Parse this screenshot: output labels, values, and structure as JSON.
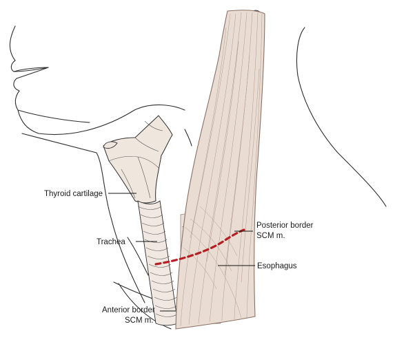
{
  "labels": {
    "thyroid_cartilage": "Thyroid cartilage",
    "trachea": "Trachea",
    "posterior_border_line1": "Posterior border",
    "posterior_border_line2": "SCM m.",
    "esophagus": "Esophagus",
    "anterior_border_line1": "Anterior border",
    "anterior_border_line2": "SCM m."
  },
  "colors": {
    "muscle_fill": "#e9ddd3",
    "muscle_stroke": "#8a6f63",
    "incision": "#b51f24",
    "cartilage_fill": "#efe6dd"
  }
}
